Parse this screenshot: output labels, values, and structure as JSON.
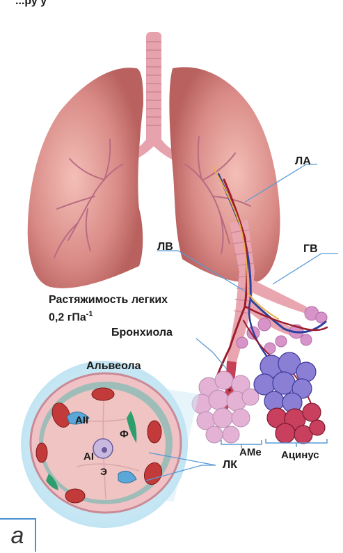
{
  "labels": {
    "header": "...ру у",
    "la": "ЛА",
    "lv": "ЛВ",
    "gv": "ГВ",
    "compliance_line1": "Растяжимость легких",
    "compliance_line2": "0,2 гПа",
    "compliance_sup": "-1",
    "bronchiole": "Бронхиола",
    "alveola": "Альвеола",
    "aii": "AII",
    "f": "Ф",
    "ai": "AI",
    "e": "Э",
    "lk": "ЛК",
    "ame": "AMe",
    "acinus": "Ацинус",
    "panel": "а"
  },
  "colors": {
    "lung": "#d98a86",
    "lung_light": "#f0b5ae",
    "trachea": "#e6a3ad",
    "artery": "#2d3f9e",
    "vein": "#9b1c2c",
    "nerve": "#e8b04a",
    "callout_line": "#5a9ad6",
    "alveolus_bg": "#d4ecf6"
  }
}
